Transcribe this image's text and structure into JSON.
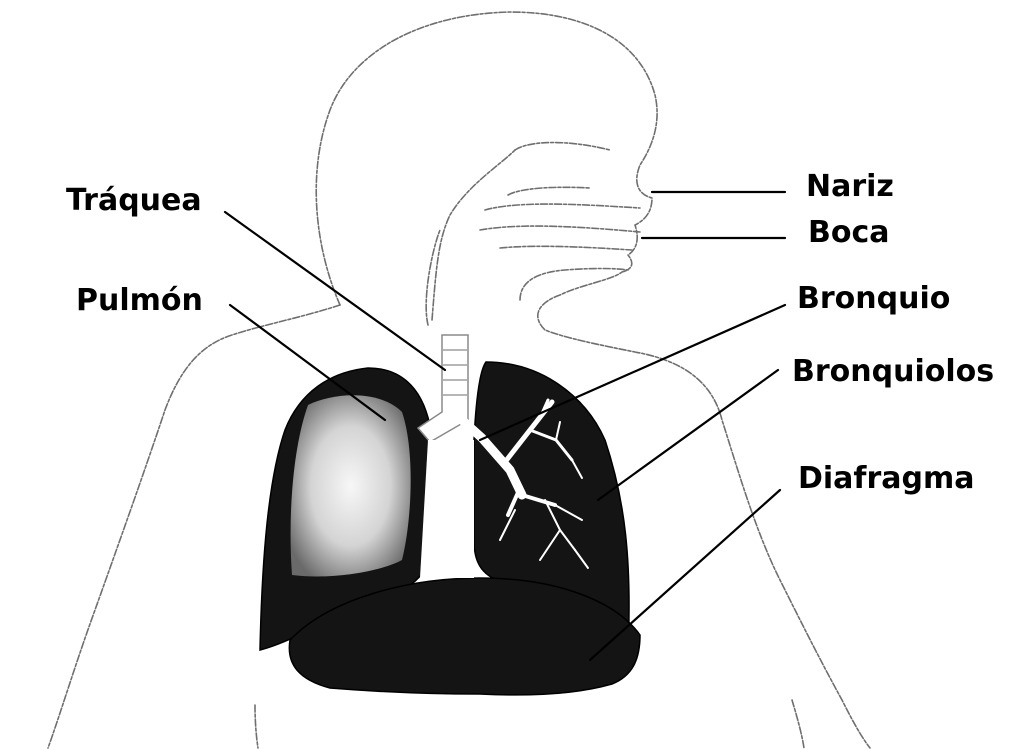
{
  "labels": {
    "traquea": "Tráquea",
    "pulmon": "Pulmón",
    "nariz": "Nariz",
    "boca": "Boca",
    "bronquio": "Bronquio",
    "bronquiolos": "Bronquiolos",
    "diafragma": "Diafragma"
  },
  "colors": {
    "background": "#ffffff",
    "organs": "#141414",
    "outline": "#6f6f6f",
    "text": "#000000"
  }
}
